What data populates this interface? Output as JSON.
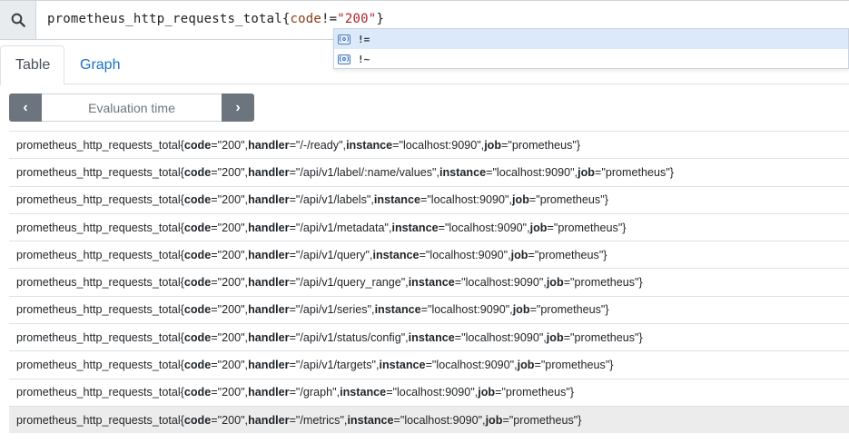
{
  "query": {
    "metric": "prometheus_http_requests_total",
    "label": "code",
    "operator": "!=",
    "value": "\"200\""
  },
  "autocomplete": {
    "items": [
      {
        "icon_text": "(o)",
        "label": "!=",
        "selected": true
      },
      {
        "icon_text": "(o)",
        "label": "!~",
        "selected": false
      }
    ]
  },
  "tabs": [
    {
      "label": "Table",
      "active": true
    },
    {
      "label": "Graph",
      "active": false
    }
  ],
  "eval_time": {
    "placeholder": "Evaluation time",
    "prev_label": "‹",
    "next_label": "›"
  },
  "series": [
    {
      "metric": "prometheus_http_requests_total",
      "code": "\"200\"",
      "handler": "\"/-/ready\"",
      "instance": "\"localhost:9090\"",
      "job": "\"prometheus\""
    },
    {
      "metric": "prometheus_http_requests_total",
      "code": "\"200\"",
      "handler": "\"/api/v1/label/:name/values\"",
      "instance": "\"localhost:9090\"",
      "job": "\"prometheus\""
    },
    {
      "metric": "prometheus_http_requests_total",
      "code": "\"200\"",
      "handler": "\"/api/v1/labels\"",
      "instance": "\"localhost:9090\"",
      "job": "\"prometheus\""
    },
    {
      "metric": "prometheus_http_requests_total",
      "code": "\"200\"",
      "handler": "\"/api/v1/metadata\"",
      "instance": "\"localhost:9090\"",
      "job": "\"prometheus\""
    },
    {
      "metric": "prometheus_http_requests_total",
      "code": "\"200\"",
      "handler": "\"/api/v1/query\"",
      "instance": "\"localhost:9090\"",
      "job": "\"prometheus\""
    },
    {
      "metric": "prometheus_http_requests_total",
      "code": "\"200\"",
      "handler": "\"/api/v1/query_range\"",
      "instance": "\"localhost:9090\"",
      "job": "\"prometheus\""
    },
    {
      "metric": "prometheus_http_requests_total",
      "code": "\"200\"",
      "handler": "\"/api/v1/series\"",
      "instance": "\"localhost:9090\"",
      "job": "\"prometheus\""
    },
    {
      "metric": "prometheus_http_requests_total",
      "code": "\"200\"",
      "handler": "\"/api/v1/status/config\"",
      "instance": "\"localhost:9090\"",
      "job": "\"prometheus\""
    },
    {
      "metric": "prometheus_http_requests_total",
      "code": "\"200\"",
      "handler": "\"/api/v1/targets\"",
      "instance": "\"localhost:9090\"",
      "job": "\"prometheus\""
    },
    {
      "metric": "prometheus_http_requests_total",
      "code": "\"200\"",
      "handler": "\"/graph\"",
      "instance": "\"localhost:9090\"",
      "job": "\"prometheus\""
    },
    {
      "metric": "prometheus_http_requests_total",
      "code": "\"200\"",
      "handler": "\"/metrics\"",
      "instance": "\"localhost:9090\"",
      "job": "\"prometheus\""
    }
  ],
  "row_keys": {
    "code": "code",
    "handler": "handler",
    "instance": "instance",
    "job": "job"
  }
}
